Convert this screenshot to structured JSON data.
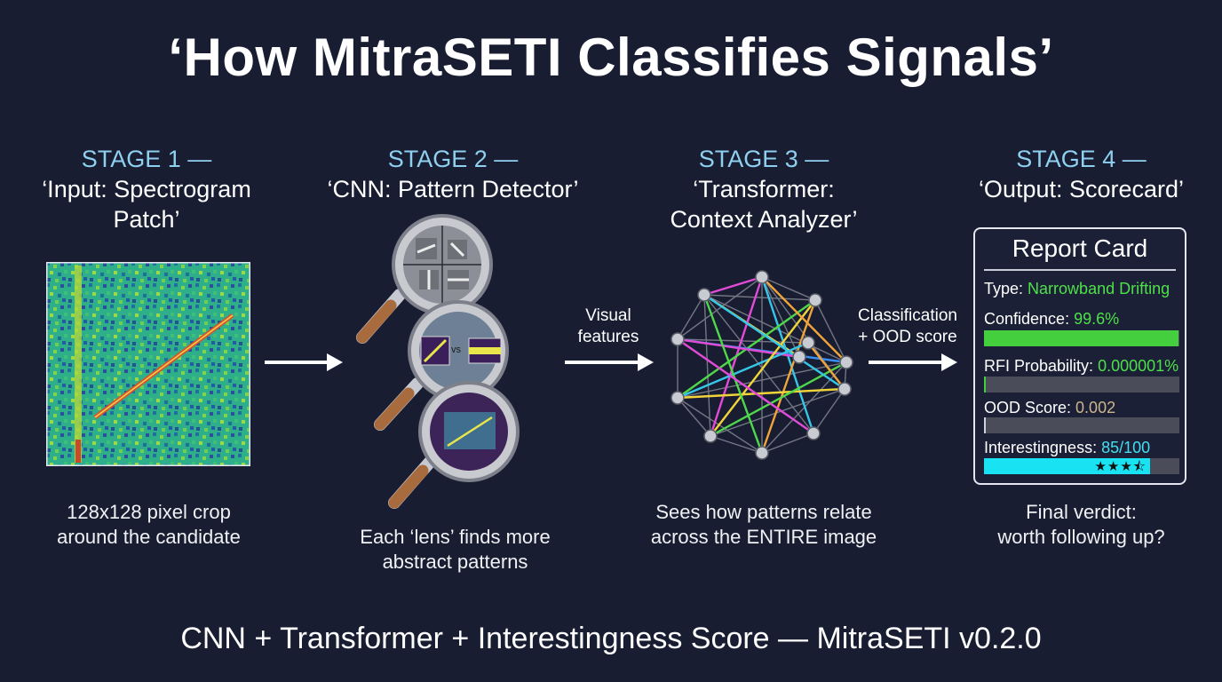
{
  "title": "‘How MitraSETI Classifies Signals’",
  "stages": [
    {
      "num": "STAGE 1 —",
      "name_lines": [
        "‘Input: Spectrogram",
        "Patch’"
      ],
      "caption_lines": [
        "128x128 pixel crop",
        "around the candidate"
      ]
    },
    {
      "num": "STAGE 2 —",
      "name_lines": [
        "‘CNN: Pattern Detector’"
      ],
      "caption_lines": [
        "Each ‘lens’ finds more",
        "abstract patterns"
      ],
      "vs_label": "vs"
    },
    {
      "num": "STAGE 3 —",
      "name_lines": [
        "‘Transformer:",
        "Context Analyzer’"
      ],
      "caption_lines": [
        "Sees how patterns relate",
        "across the ENTIRE image"
      ]
    },
    {
      "num": "STAGE 4 —",
      "name_lines": [
        "‘Output: Scorecard’"
      ],
      "caption_lines": [
        "Final verdict:",
        "worth following up?"
      ]
    }
  ],
  "arrow_labels": {
    "a2_lines": [
      "Visual",
      "features"
    ],
    "a3_lines": [
      "Classification",
      "+ OOD score"
    ]
  },
  "report_card": {
    "title": "Report Card",
    "type_label": "Type:",
    "type_value": "Narrowband Drifting",
    "confidence_label": "Confidence:",
    "confidence_value": "99.6%",
    "confidence_level": 0.996,
    "rfi_label": "RFI Probability:",
    "rfi_value": "0.000001%",
    "rfi_level": 0.01,
    "ood_label": "OOD Score:",
    "ood_value": "0.002",
    "ood_level": 0.01,
    "interest_label": "Interestingness:",
    "interest_value": "85/100",
    "interest_level": 0.85,
    "star_rating": 3.5,
    "stars_text": "★★★⯪"
  },
  "colors": {
    "background": "#181d32",
    "stage_heading": "#8fd0f0",
    "green": "#4ee04a",
    "cyan": "#43dff0",
    "tan": "#cdb58c"
  },
  "footer": "CNN + Transformer + Interestingness Score — MitraSETI v0.2.0"
}
